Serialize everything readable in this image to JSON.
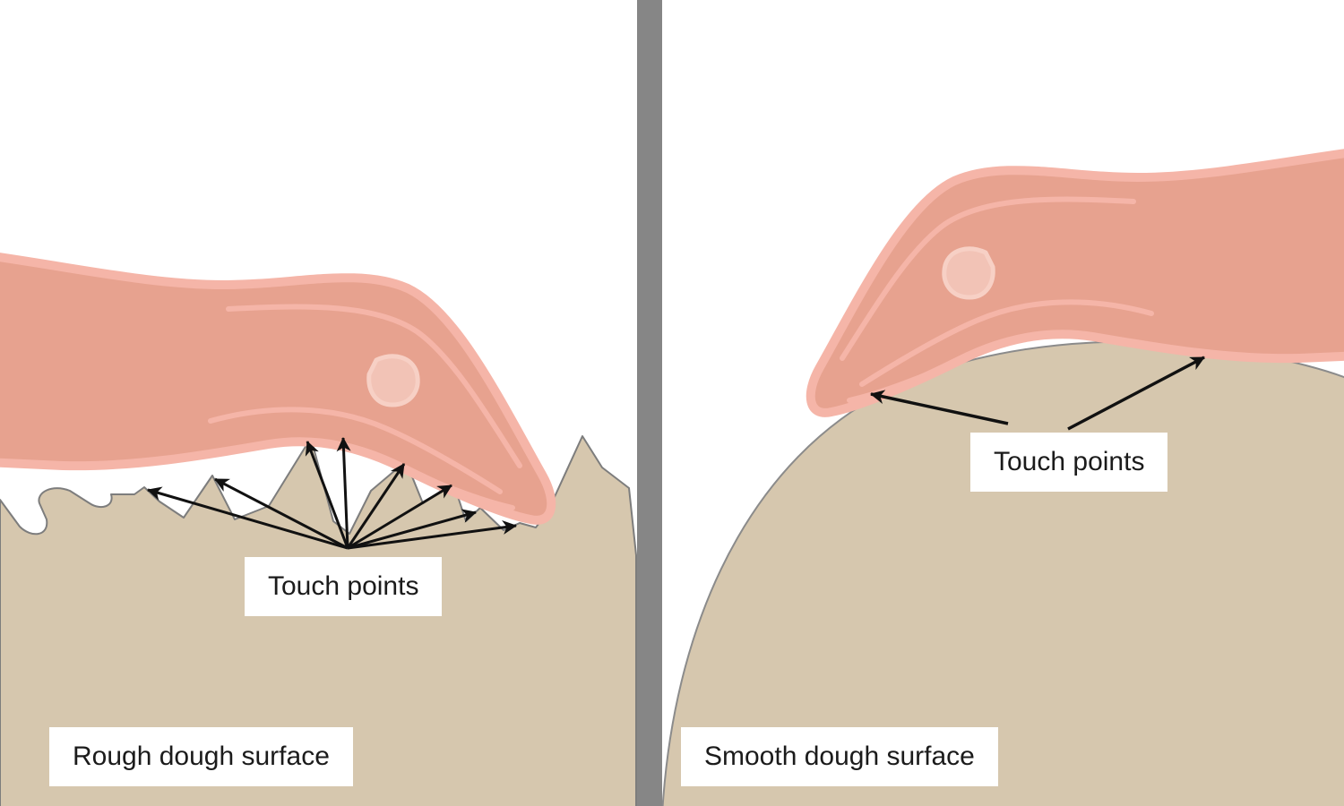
{
  "diagram": {
    "type": "comparison-illustration",
    "panels": [
      {
        "id": "rough",
        "caption": "Rough dough surface",
        "annotation": "Touch points",
        "touch_arrow_count": 8
      },
      {
        "id": "smooth",
        "caption": "Smooth dough surface",
        "annotation": "Touch points",
        "touch_arrow_count": 2
      }
    ],
    "colors": {
      "dough": "#d6c7ae",
      "dough_outline": "#7d7d7d",
      "hand": "#e7a28f",
      "hand_outline": "#f5b5a8",
      "nail": "#f2c3b6",
      "divider": "#868686",
      "arrow": "#111111",
      "label_bg": "#ffffff",
      "text": "#1b1b1b"
    }
  }
}
